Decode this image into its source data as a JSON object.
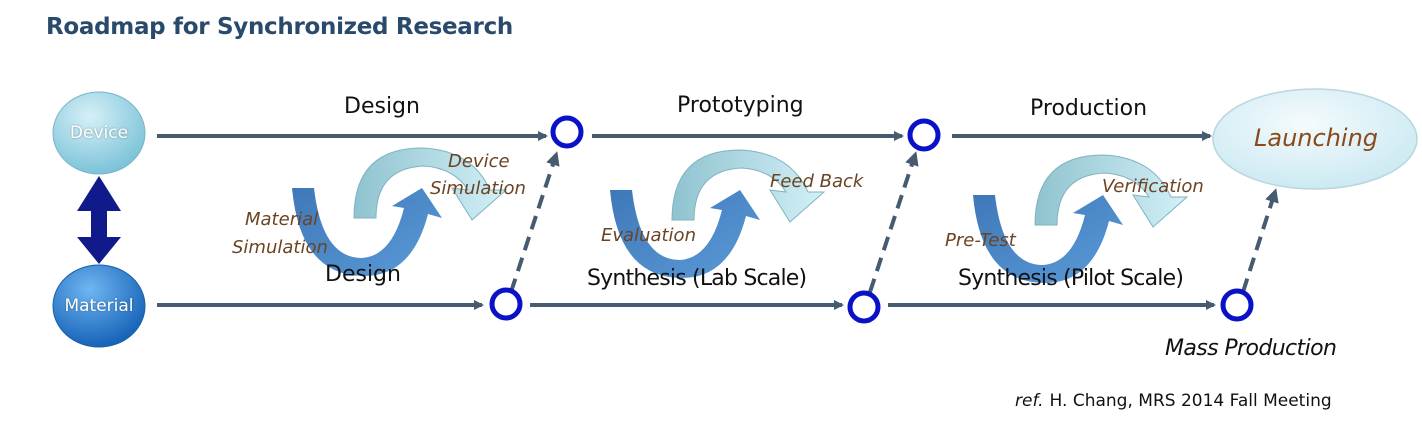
{
  "title": "Roadmap for Synchronized Research",
  "nodes": {
    "device": "Device",
    "material": "Material",
    "launching": "Launching"
  },
  "stages": {
    "top": [
      "Design",
      "Prototyping",
      "Production"
    ],
    "bottom": [
      "Design",
      "Synthesis (Lab Scale)",
      "Synthesis (Pilot Scale)"
    ]
  },
  "cycles": [
    {
      "left_label_1": "Material",
      "left_label_2": "Simulation",
      "right_label_1": "Device",
      "right_label_2": "Simulation"
    },
    {
      "left_label_1": "Evaluation",
      "right_label_1": "Feed Back"
    },
    {
      "left_label_1": "Pre-Test",
      "right_label_1": "Verification"
    }
  ],
  "mass_production": "Mass Production",
  "reference": {
    "prefix": "ref.",
    "text": "H. Chang, MRS 2014 Fall Meeting"
  },
  "colors": {
    "title": "#2a4a6b",
    "line": "#465a70",
    "milestone": "#0a12c8",
    "device_node": "#9fd6e6",
    "material_node": "#2a7fd4",
    "launch_node": "#e3f4fa",
    "italic_label": "#6b4423",
    "double_arrow": "#101a8a"
  }
}
